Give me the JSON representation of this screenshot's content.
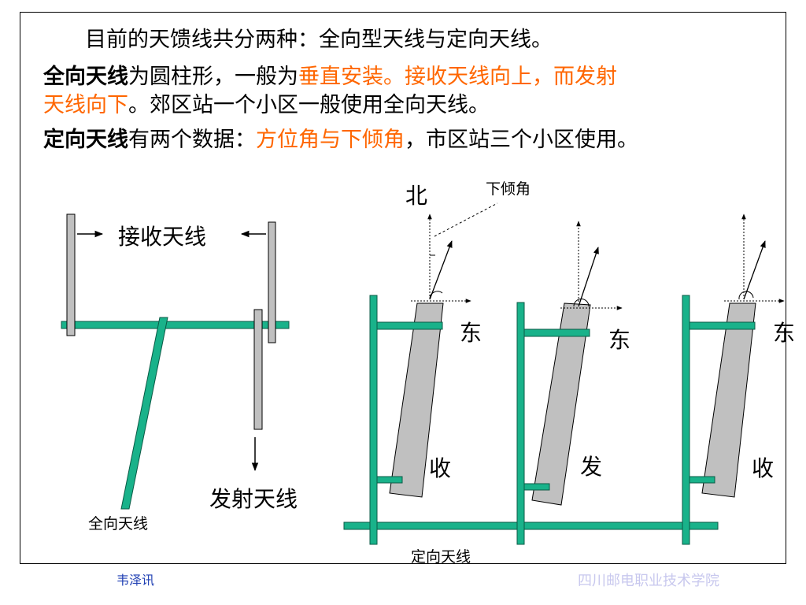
{
  "text": {
    "line1": "目前的天馈线共分两种：全向型天线与定向天线。",
    "line2_a": "全向天线",
    "line2_b": "为圆柱形，一般为",
    "line2_c": "垂直安装。接收天线向上，而发射",
    "line3_a": "天线向下",
    "line3_b": "。郊区站一个小区一般使用全向天线。",
    "line4_a": "定向天线",
    "line4_b": "有两个数据：",
    "line4_c": "方位角与下倾角",
    "line4_d": "，市区站三个小区使用。"
  },
  "diagram": {
    "receive_label": "接收天线",
    "transmit_label": "发射天线",
    "omni_label": "全向天线",
    "directional_label": "定向天线",
    "north_label": "北",
    "tilt_label": "下倾角",
    "east_label": "东",
    "panels": [
      {
        "label": "收"
      },
      {
        "label": "发"
      },
      {
        "label": "收"
      }
    ]
  },
  "footer": {
    "author": "韦泽讯",
    "school": "四川邮电职业技术学院"
  },
  "colors": {
    "highlight": "#ff6600",
    "pipe": "#19b28a",
    "antenna": "#c0c0c0",
    "footer_author": "#1f3fb3",
    "footer_school": "#c8c8ee"
  }
}
